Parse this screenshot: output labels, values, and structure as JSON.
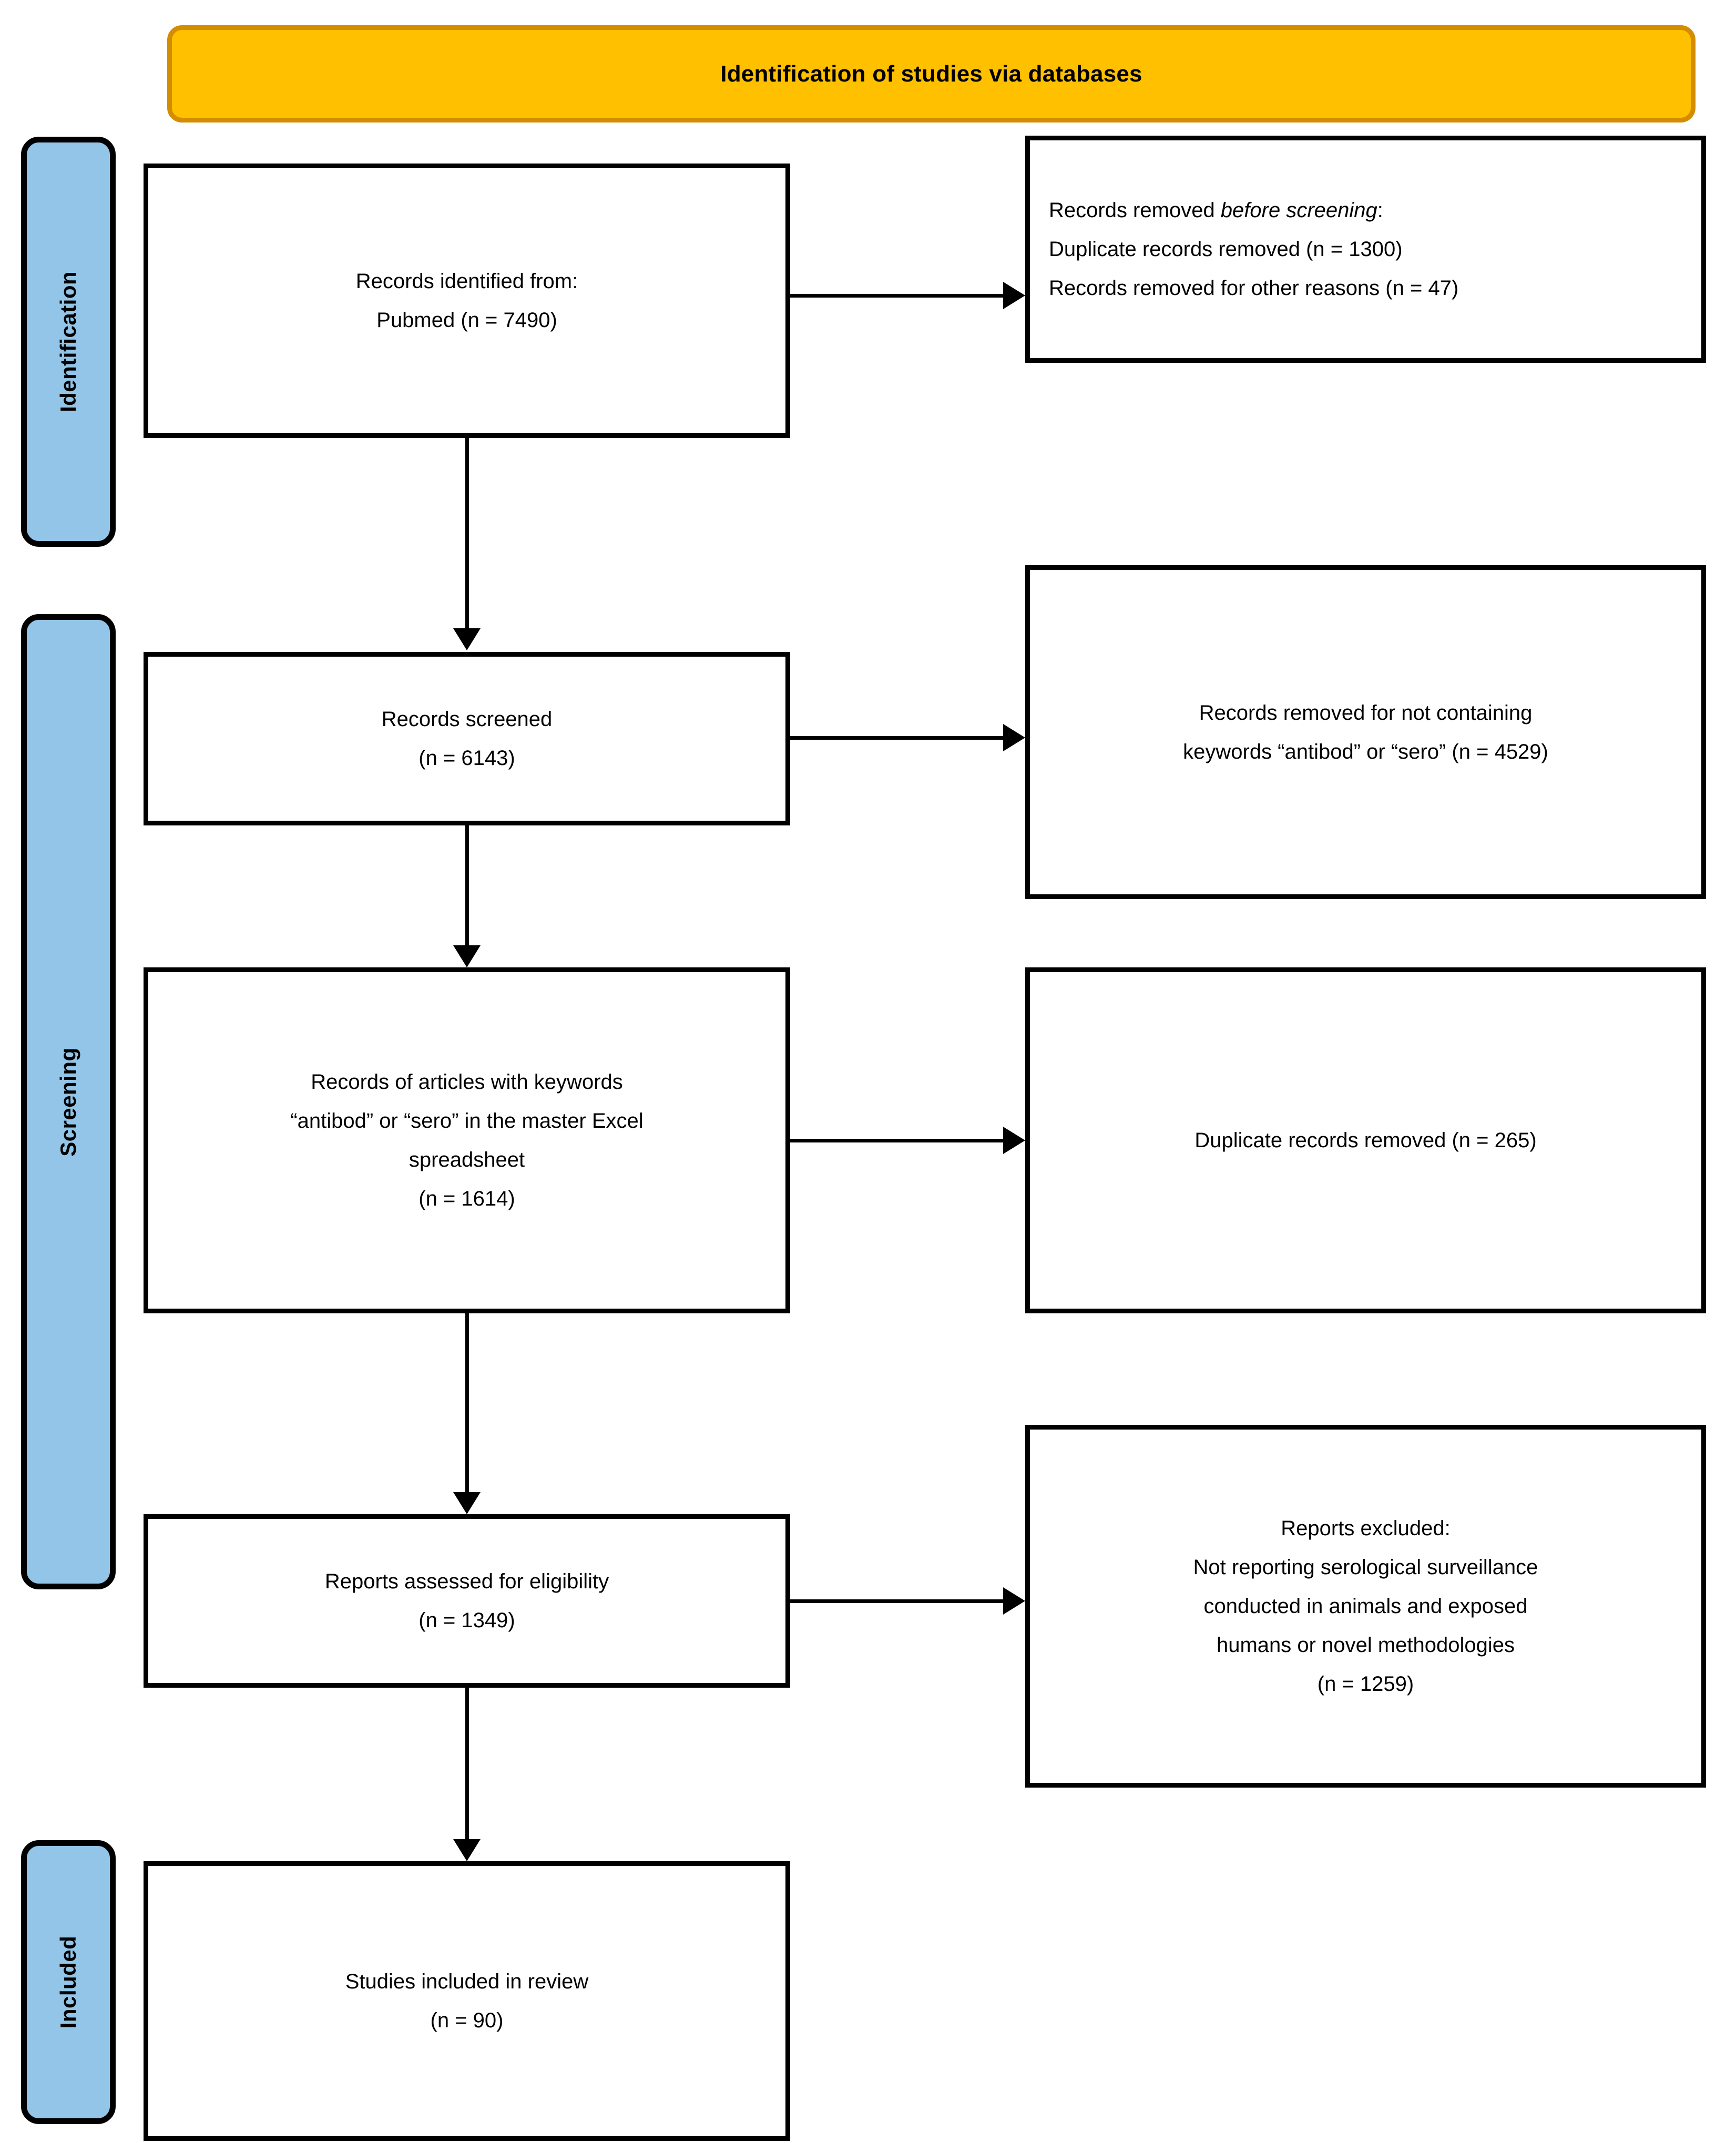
{
  "banner": {
    "title": "Identification of studies via databases",
    "fill_color": "#FFC000",
    "border_color": "#D48C00"
  },
  "stages": {
    "fill_color": "#92C5E8",
    "identification": "Identification",
    "screening": "Screening",
    "included": "Included"
  },
  "boxes": {
    "identified": {
      "line1": "Records identified from:",
      "line2": "Pubmed (n = 7490)"
    },
    "removed_before": {
      "line1_prefix": "Records removed ",
      "line1_italic": "before screening",
      "line1_suffix": ":",
      "line2": "Duplicate records removed (n = 1300)",
      "line3": "Records removed for other reasons (n = 47)"
    },
    "screened": {
      "line1": "Records screened",
      "line2": "(n = 6143)"
    },
    "removed_keywords": {
      "line1": "Records removed for not containing",
      "line2": "keywords “antibod” or “sero” (n = 4529)"
    },
    "keywords_master": {
      "line1": "Records of articles with keywords",
      "line2": "“antibod” or “sero” in the master Excel",
      "line3": "spreadsheet",
      "line4": "(n = 1614)"
    },
    "duplicates_265": {
      "line1": "Duplicate records removed (n = 265)"
    },
    "eligibility": {
      "line1": "Reports assessed for eligibility",
      "line2": "(n = 1349)"
    },
    "excluded": {
      "line1": "Reports excluded:",
      "line2": "Not reporting serological surveillance",
      "line3": "conducted in animals and exposed",
      "line4": "humans or novel methodologies",
      "line5": "(n = 1259)"
    },
    "included": {
      "line1": "Studies included in review",
      "line2": "(n = 90)"
    }
  },
  "chart_data": {
    "type": "diagram",
    "title": "Identification of studies via databases",
    "nodes": [
      {
        "id": "identified",
        "stage": "Identification",
        "label": "Records identified from: Pubmed",
        "n": 7490
      },
      {
        "id": "removed_before",
        "stage": "Identification",
        "label": "Records removed before screening",
        "duplicate_records_removed": 1300,
        "removed_other_reasons": 47
      },
      {
        "id": "screened",
        "stage": "Screening",
        "label": "Records screened",
        "n": 6143
      },
      {
        "id": "removed_keywords",
        "stage": "Screening",
        "label": "Records removed for not containing keywords “antibod” or “sero”",
        "n": 4529
      },
      {
        "id": "keywords_master",
        "stage": "Screening",
        "label": "Records of articles with keywords “antibod” or “sero” in the master Excel spreadsheet",
        "n": 1614
      },
      {
        "id": "duplicates_265",
        "stage": "Screening",
        "label": "Duplicate records removed",
        "n": 265
      },
      {
        "id": "eligibility",
        "stage": "Screening",
        "label": "Reports assessed for eligibility",
        "n": 1349
      },
      {
        "id": "excluded",
        "stage": "Screening",
        "label": "Reports excluded: Not reporting serological surveillance conducted in animals and exposed humans or novel methodologies",
        "n": 1259
      },
      {
        "id": "included",
        "stage": "Included",
        "label": "Studies included in review",
        "n": 90
      }
    ],
    "edges": [
      {
        "from": "identified",
        "to": "removed_before",
        "direction": "right"
      },
      {
        "from": "identified",
        "to": "screened",
        "direction": "down"
      },
      {
        "from": "screened",
        "to": "removed_keywords",
        "direction": "right"
      },
      {
        "from": "screened",
        "to": "keywords_master",
        "direction": "down"
      },
      {
        "from": "keywords_master",
        "to": "duplicates_265",
        "direction": "right"
      },
      {
        "from": "keywords_master",
        "to": "eligibility",
        "direction": "down"
      },
      {
        "from": "eligibility",
        "to": "excluded",
        "direction": "right"
      },
      {
        "from": "eligibility",
        "to": "included",
        "direction": "down"
      }
    ]
  }
}
